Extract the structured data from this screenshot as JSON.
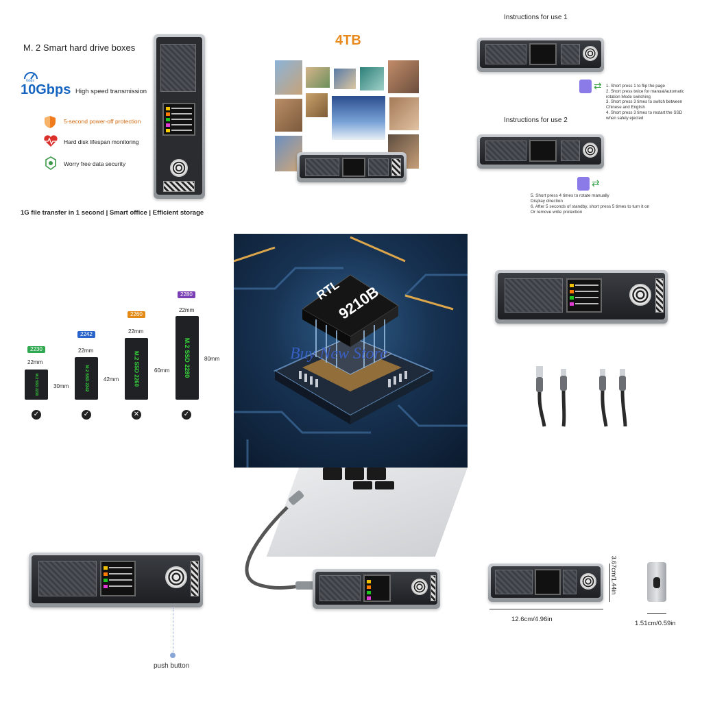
{
  "panel1": {
    "title": "M. 2 Smart hard drive boxes",
    "speed_unit": "Gbps",
    "speed_value": "10Gbps",
    "speed_desc": "High speed transmission",
    "features": [
      "5-second power-off protection",
      "Hard disk lifespan monitoring",
      "Worry free data security"
    ],
    "footer": "1G file transfer in 1 second | Smart office | Efficient storage"
  },
  "panel2": {
    "capacity": "4TB"
  },
  "panel3": {
    "title1": "Instructions for use 1",
    "steps1": [
      "1. Short press 1 to flip the page",
      "2. Short press twice for manual/automatic",
      "rotation Mode switching",
      "3. Short press 3 times to switch between",
      "Chinese and English",
      "4. Short press 3 times to restart the SSD",
      "when safely ejected"
    ],
    "title2": "Instructions for use 2",
    "steps2": [
      "5. Short press 4 times to rotate manually",
      "Display direction",
      "6. After 5 seconds of standby, short press 5 times to turn it on",
      "Or remove write protection"
    ]
  },
  "panel4": {
    "sizes": [
      {
        "badge": "2230",
        "width": "22mm",
        "length": "30mm",
        "label": "M.2 SSD 2230",
        "supported": true,
        "badge_color": "#2fa84f"
      },
      {
        "badge": "2242",
        "width": "22mm",
        "length": "42mm",
        "label": "M.2 SSD 2242",
        "supported": true,
        "badge_color": "#2a63c9"
      },
      {
        "badge": "2260",
        "width": "22mm",
        "length": "60mm",
        "label": "M.2 SSD 2260",
        "supported": false,
        "badge_color": "#e38a16"
      },
      {
        "badge": "2280",
        "width": "22mm",
        "length": "80mm",
        "label": "M.2 SSD 2280",
        "supported": true,
        "badge_color": "#7a3fb4"
      }
    ]
  },
  "panel5": {
    "chip_line1": "RTL",
    "chip_line2": "9210B",
    "watermark": "Buy New Store"
  },
  "panel8": {
    "callout": "push button"
  },
  "panel9": {
    "height_dim": "3.67cm/1.44in",
    "length_dim": "12.6cm/4.96in",
    "thickness_dim": "1.51cm/0.59in"
  },
  "colors": {
    "speed_blue": "#1565c0",
    "capacity_orange": "#e8891d",
    "ssd_green": "#37d63b",
    "chip_bg": "#173252"
  },
  "icons": [
    "speedometer-icon",
    "shield-icon",
    "heart-pulse-icon",
    "security-icon",
    "button-press-icon",
    "swap-arrow-icon",
    "check-icon",
    "cross-icon"
  ]
}
